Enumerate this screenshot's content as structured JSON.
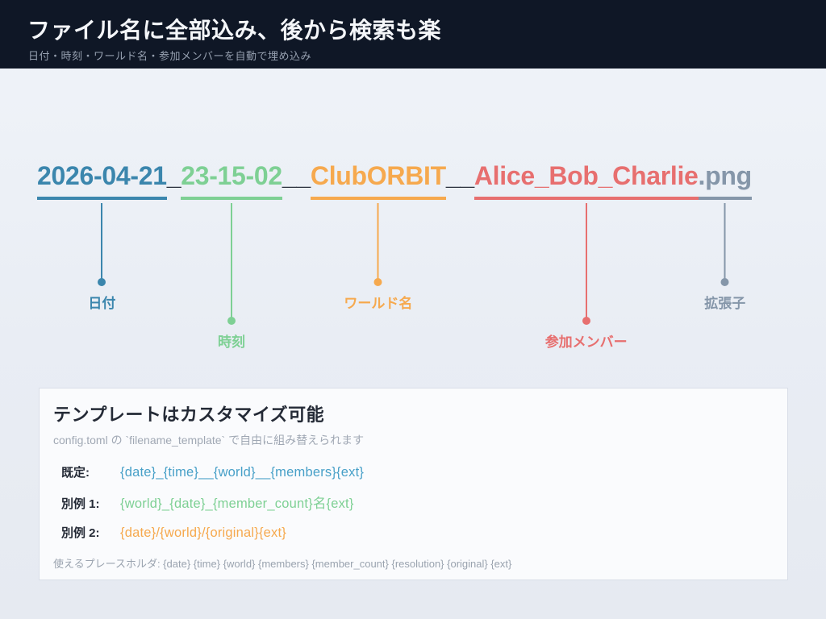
{
  "header": {
    "title": "ファイル名に全部込み、後から検索も楽",
    "subtitle": "日付・時刻・ワールド名・参加メンバーを自動で埋め込み"
  },
  "filename": {
    "segments": [
      {
        "role": "date",
        "text": "2026-04-21",
        "color": "#3b86ad",
        "underline": true
      },
      {
        "role": "separator",
        "text": "_",
        "color": "#272e3a",
        "underline": false
      },
      {
        "role": "time",
        "text": "23-15-02",
        "color": "#7ed094",
        "underline": true
      },
      {
        "role": "separator",
        "text": "__",
        "color": "#272e3a",
        "underline": false
      },
      {
        "role": "world",
        "text": "ClubORBIT",
        "color": "#f6a94e",
        "underline": true
      },
      {
        "role": "separator",
        "text": "__",
        "color": "#272e3a",
        "underline": false
      },
      {
        "role": "members",
        "text": "Alice_Bob_Charlie",
        "color": "#e76f6f",
        "underline": true
      },
      {
        "role": "ext",
        "text": ".png",
        "color": "#8596a9",
        "underline": true
      }
    ],
    "callouts": [
      {
        "for": "date",
        "label": "日付",
        "color": "#3b86ad",
        "drop": "short"
      },
      {
        "for": "time",
        "label": "時刻",
        "color": "#7ed094",
        "drop": "long"
      },
      {
        "for": "world",
        "label": "ワールド名",
        "color": "#f6a94e",
        "drop": "short"
      },
      {
        "for": "members",
        "label": "参加メンバー",
        "color": "#e76f6f",
        "drop": "long"
      },
      {
        "for": "ext",
        "label": "拡張子",
        "color": "#8596a9",
        "drop": "short"
      }
    ]
  },
  "template_card": {
    "title": "テンプレートはカスタマイズ可能",
    "subtitle": "config.toml の `filename_template` で自由に組み替えられます",
    "rows": [
      {
        "label": "既定:",
        "value": "{date}_{time}__{world}__{members}{ext}",
        "color": "#48a0c8"
      },
      {
        "label": "別例 1:",
        "value": "{world}_{date}_{member_count}名{ext}",
        "color": "#7ed094"
      },
      {
        "label": "別例 2:",
        "value": "{date}/{world}/{original}{ext}",
        "color": "#f6a94e"
      }
    ],
    "footer": "使えるプレースホルダ: {date} {time} {world} {members} {member_count} {resolution} {original} {ext}"
  }
}
